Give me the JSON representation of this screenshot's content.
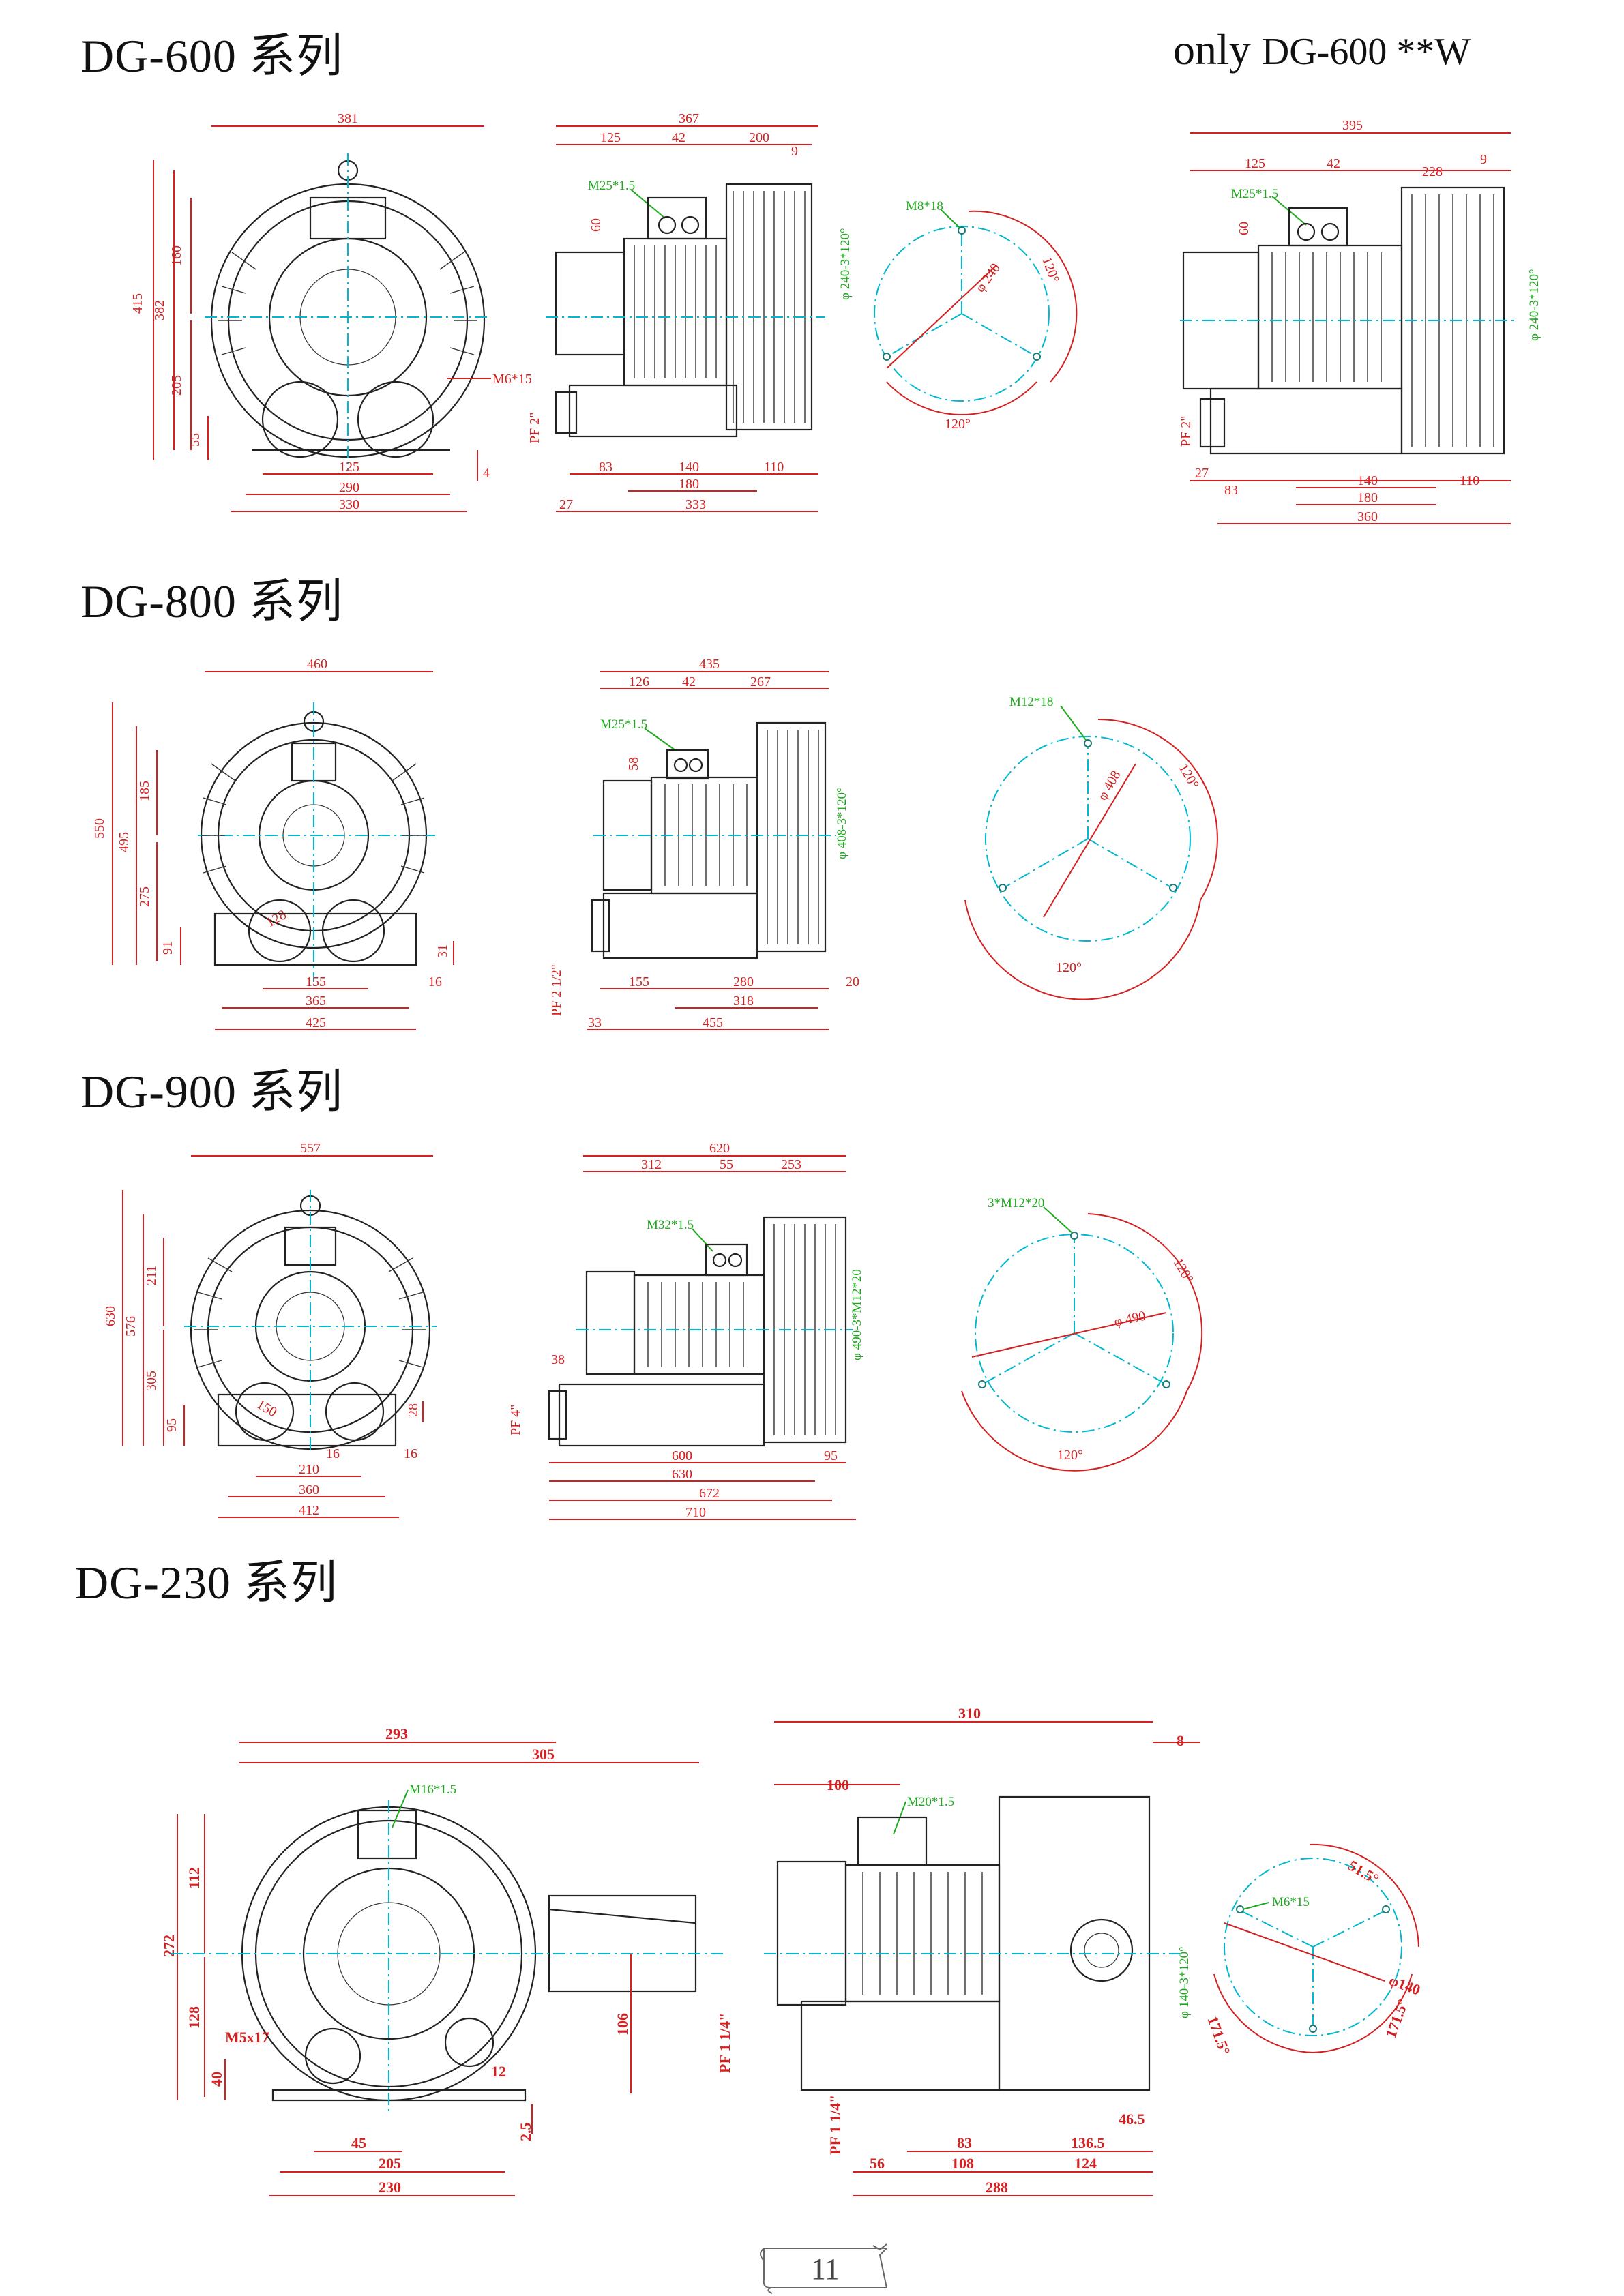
{
  "page": {
    "page_number": "11"
  },
  "colors": {
    "dimension": "#d42020",
    "centerline": "#00b8d0",
    "thread": "#1eaa1e",
    "outline": "#222222"
  },
  "sections": [
    {
      "title": "DG-600 系列",
      "only_note": {
        "prefix": "only",
        "model": "DG-600 **W"
      },
      "front": {
        "dims": [
          "381",
          "415",
          "382",
          "160",
          "205",
          "55",
          "125",
          "290",
          "330",
          "4"
        ],
        "callout": "M6*15"
      },
      "side": {
        "dims": [
          "367",
          "125",
          "42",
          "200",
          "9",
          "60",
          "83",
          "140",
          "110",
          "180",
          "27",
          "333"
        ],
        "thread": "M25*1.5",
        "flange": "PF 2\"",
        "pcd": "φ 240-3*120°"
      },
      "pcd": {
        "bolt": "M8*18",
        "diameter": "φ 240",
        "angle": "120°"
      },
      "side_w": {
        "dims": [
          "395",
          "125",
          "42",
          "228",
          "9",
          "60",
          "27",
          "83",
          "140",
          "110",
          "180",
          "360"
        ],
        "thread": "M25*1.5",
        "flange": "PF 2\"",
        "pcd": "φ 240-3*120°"
      }
    },
    {
      "title": "DG-800 系列",
      "front": {
        "dims": [
          "460",
          "550",
          "495",
          "185",
          "275",
          "91",
          "31",
          "155",
          "16",
          "365",
          "425"
        ],
        "callout": "128"
      },
      "side": {
        "dims": [
          "435",
          "126",
          "42",
          "267",
          "58",
          "155",
          "280",
          "20",
          "318",
          "33",
          "455"
        ],
        "thread": "M25*1.5",
        "flange": "PF 2 1/2\"",
        "pcd": "φ 408-3*120°"
      },
      "pcd": {
        "bolt": "M12*18",
        "diameter": "φ 408",
        "angle": "120°"
      }
    },
    {
      "title": "DG-900 系列",
      "front": {
        "dims": [
          "557",
          "630",
          "576",
          "211",
          "305",
          "95",
          "28",
          "16",
          "16",
          "210",
          "360",
          "412"
        ],
        "callout": "150"
      },
      "side": {
        "dims": [
          "620",
          "312",
          "55",
          "253",
          "38",
          "600",
          "95",
          "630",
          "672",
          "710"
        ],
        "thread": "M32*1.5",
        "flange": "PF 4\"",
        "pcd": "φ 490-3*M12*20"
      },
      "pcd": {
        "bolt": "3*M12*20",
        "diameter": "φ 490",
        "angle": "120°"
      }
    },
    {
      "title": "DG-230 系列",
      "front": {
        "dims": [
          "293",
          "305",
          "272",
          "112",
          "128",
          "40",
          "45",
          "205",
          "230",
          "106",
          "12",
          "2.5"
        ],
        "thread": "M16*1.5",
        "callout": "M5x17",
        "flange": "PF 1 1/4\""
      },
      "side": {
        "dims": [
          "310",
          "8",
          "100",
          "83",
          "136.5",
          "46.5",
          "56",
          "108",
          "124",
          "288"
        ],
        "thread": "M20*1.5",
        "flange": "PF 1 1/4\"",
        "pcd": "φ 140-3*120°"
      },
      "pcd": {
        "bolt": "M6*15",
        "diameter": "φ140",
        "angle_a": "51.5°",
        "angle_b": "171.5°",
        "angle_c": "171.5°"
      }
    }
  ]
}
